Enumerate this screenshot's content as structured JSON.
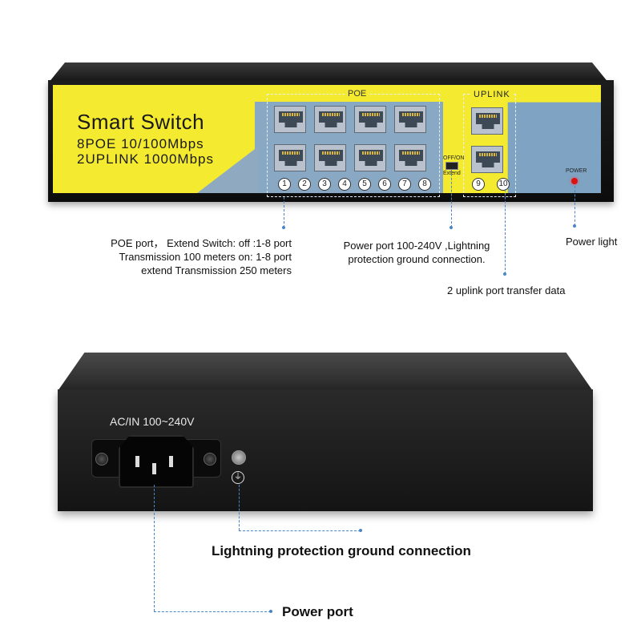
{
  "front": {
    "brand_title": "Smart Switch",
    "brand_line1": "8POE 10/100Mbps",
    "brand_line2": "2UPLINK 1000Mbps",
    "poe_group_label": "POE",
    "uplink_group_label": "UPLINK",
    "port_numbers": [
      "1",
      "2",
      "3",
      "4",
      "5",
      "6",
      "7",
      "8"
    ],
    "uplink_port_numbers": [
      "9",
      "10"
    ],
    "switch_label_top": "OFF/ON",
    "switch_label_bottom": "Extend",
    "power_led_label": "POWER"
  },
  "annotations": {
    "poe_port": [
      "POE port， Extend Switch: off :1-8 port",
      "Transmission 100 meters  on: 1-8 port",
      "extend Transmission 250 meters"
    ],
    "power_port_front": [
      "Power port 100-240V ,Lightning",
      "protection ground connection."
    ],
    "power_light": "Power light",
    "uplink": "2 uplink port transfer data"
  },
  "rear": {
    "ac_label": "AC/IN 100~240V",
    "ground_label": "Lightning protection ground connection",
    "power_port_label": "Power port"
  },
  "colors": {
    "panel_yellow": "#f4ea2f",
    "panel_blue": "#88a8c4",
    "leader_line": "#4a86c5",
    "power_led": "#dd1111"
  },
  "icons": [
    "rj45-port-icon",
    "power-led-icon",
    "ground-symbol-icon",
    "screw-icon",
    "ac-inlet-icon"
  ]
}
